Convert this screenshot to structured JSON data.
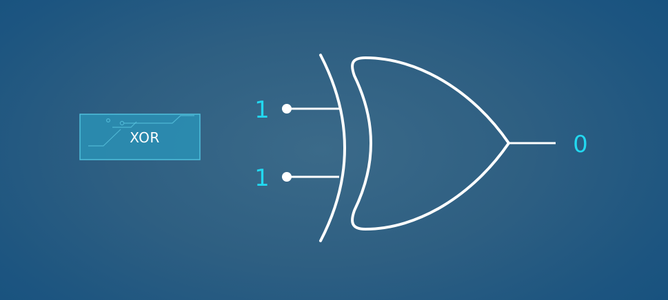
{
  "gate_label": {
    "text": "XOR"
  },
  "inputs": [
    {
      "value": "1"
    },
    {
      "value": "1"
    }
  ],
  "output": {
    "value": "0"
  },
  "colors": {
    "digit": "#22d8f0",
    "wire": "#ffffff",
    "chip_fill": "#2a91b5",
    "chip_border": "#4fbfdc"
  }
}
